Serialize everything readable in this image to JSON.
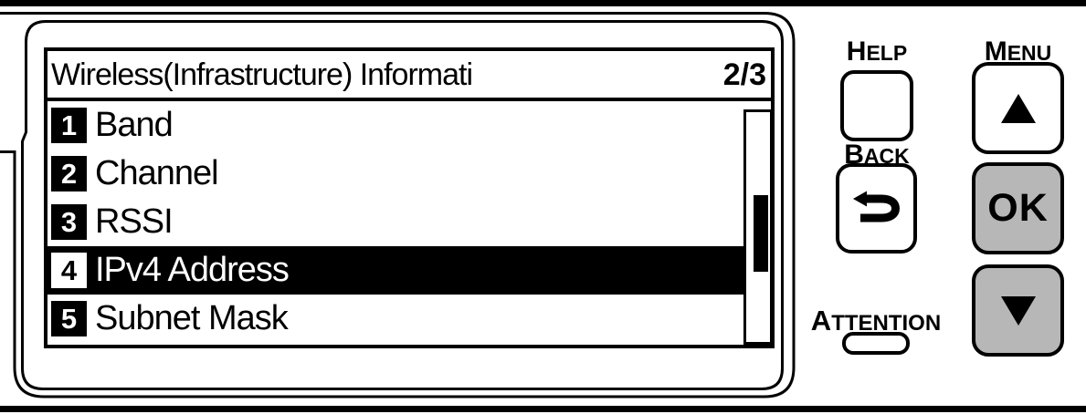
{
  "display": {
    "title": "Wireless(Infrastructure) Informati",
    "page": "2/3",
    "items": [
      {
        "number": "1",
        "label": "Band",
        "selected": false
      },
      {
        "number": "2",
        "label": "Channel",
        "selected": false
      },
      {
        "number": "3",
        "label": "RSSI",
        "selected": false
      },
      {
        "number": "4",
        "label": "IPv4 Address",
        "selected": true
      },
      {
        "number": "5",
        "label": "Subnet Mask",
        "selected": false
      }
    ],
    "scrollbar": {
      "thumb_position": "middle-third"
    }
  },
  "buttons": {
    "help": {
      "label": "HELP"
    },
    "back": {
      "label": "BACK",
      "icon": "return-arrow-icon"
    },
    "menu": {
      "label": "MENU",
      "icon": "up-triangle-icon"
    },
    "ok": {
      "label": "OK"
    },
    "down": {
      "icon": "down-triangle-icon"
    },
    "attention": {
      "label": "ATTENTION",
      "indicator": "led-off"
    }
  },
  "colors": {
    "panel_background": "#ffffff",
    "ink": "#000000",
    "button_gray": "#b7b7b7"
  }
}
